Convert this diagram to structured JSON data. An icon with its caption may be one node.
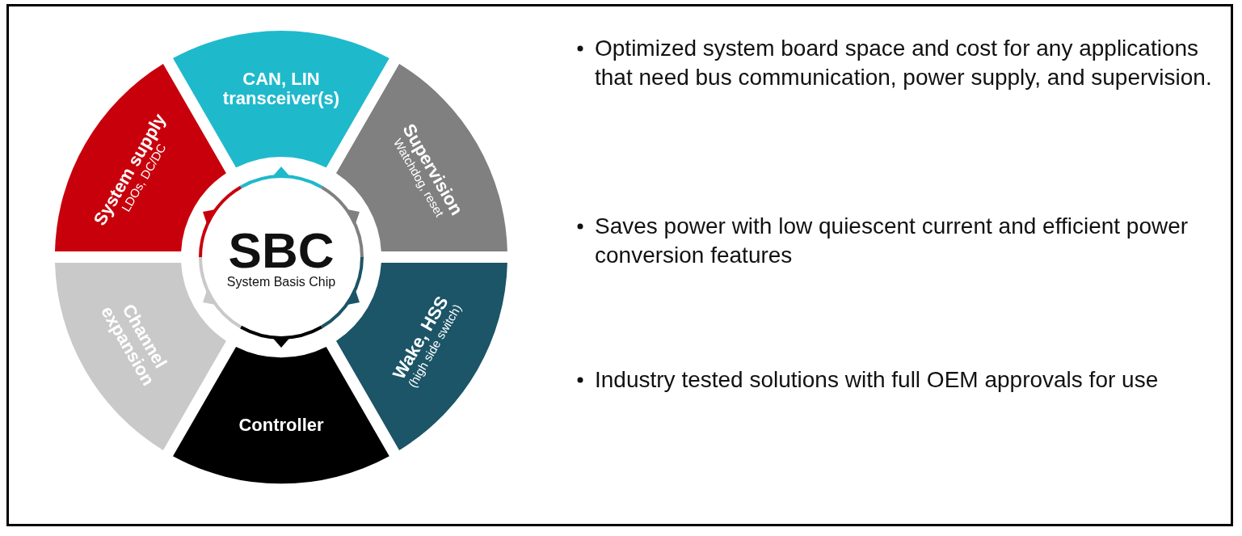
{
  "diagram": {
    "nodes": [
      {
        "text": [
          "SBC",
          "System Basis Chip"
        ]
      },
      {
        "text": [
          "CAN, LIN transceiver(s)"
        ]
      },
      {
        "text": [
          "Supervision",
          "Watchdog, reset"
        ]
      },
      {
        "text": [
          "Wake, HSS",
          "(high side switch)"
        ]
      },
      {
        "text": [
          "Controller"
        ]
      },
      {
        "text": [
          "Channel expansion"
        ]
      },
      {
        "text": [
          "System supply",
          "LDOs, DC/DC"
        ]
      }
    ],
    "labels": [
      "Optimized system board space and cost for any applications that need bus communication, power supply, and supervision.",
      "Saves power with low quiescent current and efficient power conversion features",
      "Industry tested solutions with full OEM approvals for use"
    ]
  }
}
